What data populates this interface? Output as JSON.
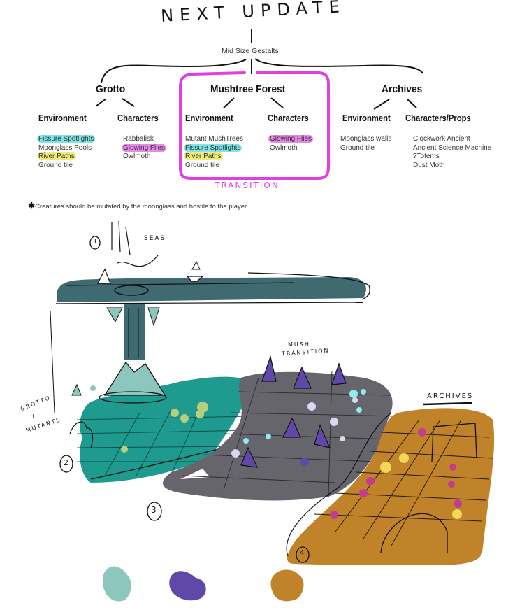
{
  "title": "NEXT UPDATE",
  "root": "Mid Size Gestalts",
  "colors": {
    "transition_box": "#e040e0",
    "highlight_cyan": "#7fe6e8",
    "highlight_yellow": "#f0ec7a",
    "highlight_magenta": "#e68ae8",
    "seas": "#3f6a72",
    "grotto": "#1e9a8e",
    "grotto_light": "#8cc6bd",
    "mushtree": "#66656c",
    "mushtree_accent": "#6048a8",
    "archives": "#c08329",
    "archives_dot_yellow": "#f3d75a",
    "archives_dot_magenta": "#c23d8f"
  },
  "branches": [
    {
      "name": "Grotto",
      "environment_label": "Environment",
      "characters_label": "Characters",
      "environment": [
        {
          "text": "Fissure Spotlights",
          "highlight": "cyan"
        },
        {
          "text": "Moonglass Pools",
          "highlight": ""
        },
        {
          "text": "River Paths",
          "highlight": "yellow"
        },
        {
          "text": "Ground tile",
          "highlight": ""
        }
      ],
      "characters": [
        {
          "text": "Rabbalisk",
          "highlight": ""
        },
        {
          "text": "Glowing Flies",
          "highlight": "magenta"
        },
        {
          "text": "Owlmoth",
          "highlight": ""
        }
      ]
    },
    {
      "name": "Mushtree Forest",
      "environment_label": "Environment",
      "characters_label": "Characters",
      "environment": [
        {
          "text": "Mutant MushTrees",
          "highlight": ""
        },
        {
          "text": "Fissure Spotlights",
          "highlight": "cyan"
        },
        {
          "text": "River Paths",
          "highlight": "yellow"
        },
        {
          "text": "Ground tile",
          "highlight": ""
        }
      ],
      "characters": [
        {
          "text": "Glowing Flies",
          "highlight": "magenta"
        },
        {
          "text": "Owlmoth",
          "highlight": ""
        }
      ],
      "box_label": "TRANSITION"
    },
    {
      "name": "Archives",
      "environment_label": "Environment",
      "characters_label": "Characters/Props",
      "environment": [
        {
          "text": "Moonglass walls",
          "highlight": ""
        },
        {
          "text": "Ground tile",
          "highlight": ""
        }
      ],
      "characters": [
        {
          "text": "Clockwork Ancient",
          "highlight": ""
        },
        {
          "text": "Ancient Science Machine",
          "highlight": ""
        },
        {
          "text": "?Totems",
          "highlight": ""
        },
        {
          "text": "Dust Moth",
          "highlight": ""
        }
      ]
    }
  ],
  "note": {
    "marker": "✱",
    "text": "Creatures should be mutated by the moonglass and hostile to the player"
  },
  "sketch": {
    "labels": {
      "seas": "SEAS",
      "grotto_mutants_1": "GROTTO",
      "grotto_mutants_2": "+",
      "grotto_mutants_3": "MUTANTS",
      "mush_transition_1": "MUSH",
      "mush_transition_2": "TRANSITION",
      "archives": "ARCHIVES"
    },
    "numbers": [
      "1",
      "2",
      "3",
      "4"
    ],
    "swatches": [
      {
        "name": "grotto-swatch",
        "color": "#8cc6bd"
      },
      {
        "name": "mushtree-swatch",
        "color": "#6048a8"
      },
      {
        "name": "archives-swatch",
        "color": "#c08329"
      }
    ]
  }
}
